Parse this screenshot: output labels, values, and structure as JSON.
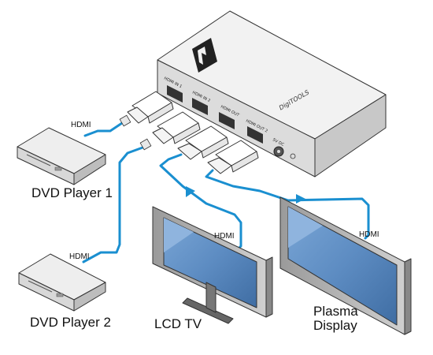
{
  "device": {
    "brand": "DigiTOOLS",
    "ports": [
      "HDMI IN 1",
      "HDMI IN 2",
      "HDMI OUT",
      "HDMI OUT 2",
      "5V DC"
    ]
  },
  "sources": [
    {
      "label": "DVD Player 1",
      "cable_label": "HDMI"
    },
    {
      "label": "DVD Player 2",
      "cable_label": "HDMI"
    }
  ],
  "displays": [
    {
      "label": "LCD TV",
      "cable_label": "HDMI"
    },
    {
      "label_line1": "Plasma",
      "label_line2": "Display",
      "cable_label": "HDMI"
    }
  ],
  "colors": {
    "cable": "#1a8fd0",
    "device_body": "#e6e6e6",
    "screen": "#5f8fc4",
    "outline": "#333333"
  }
}
